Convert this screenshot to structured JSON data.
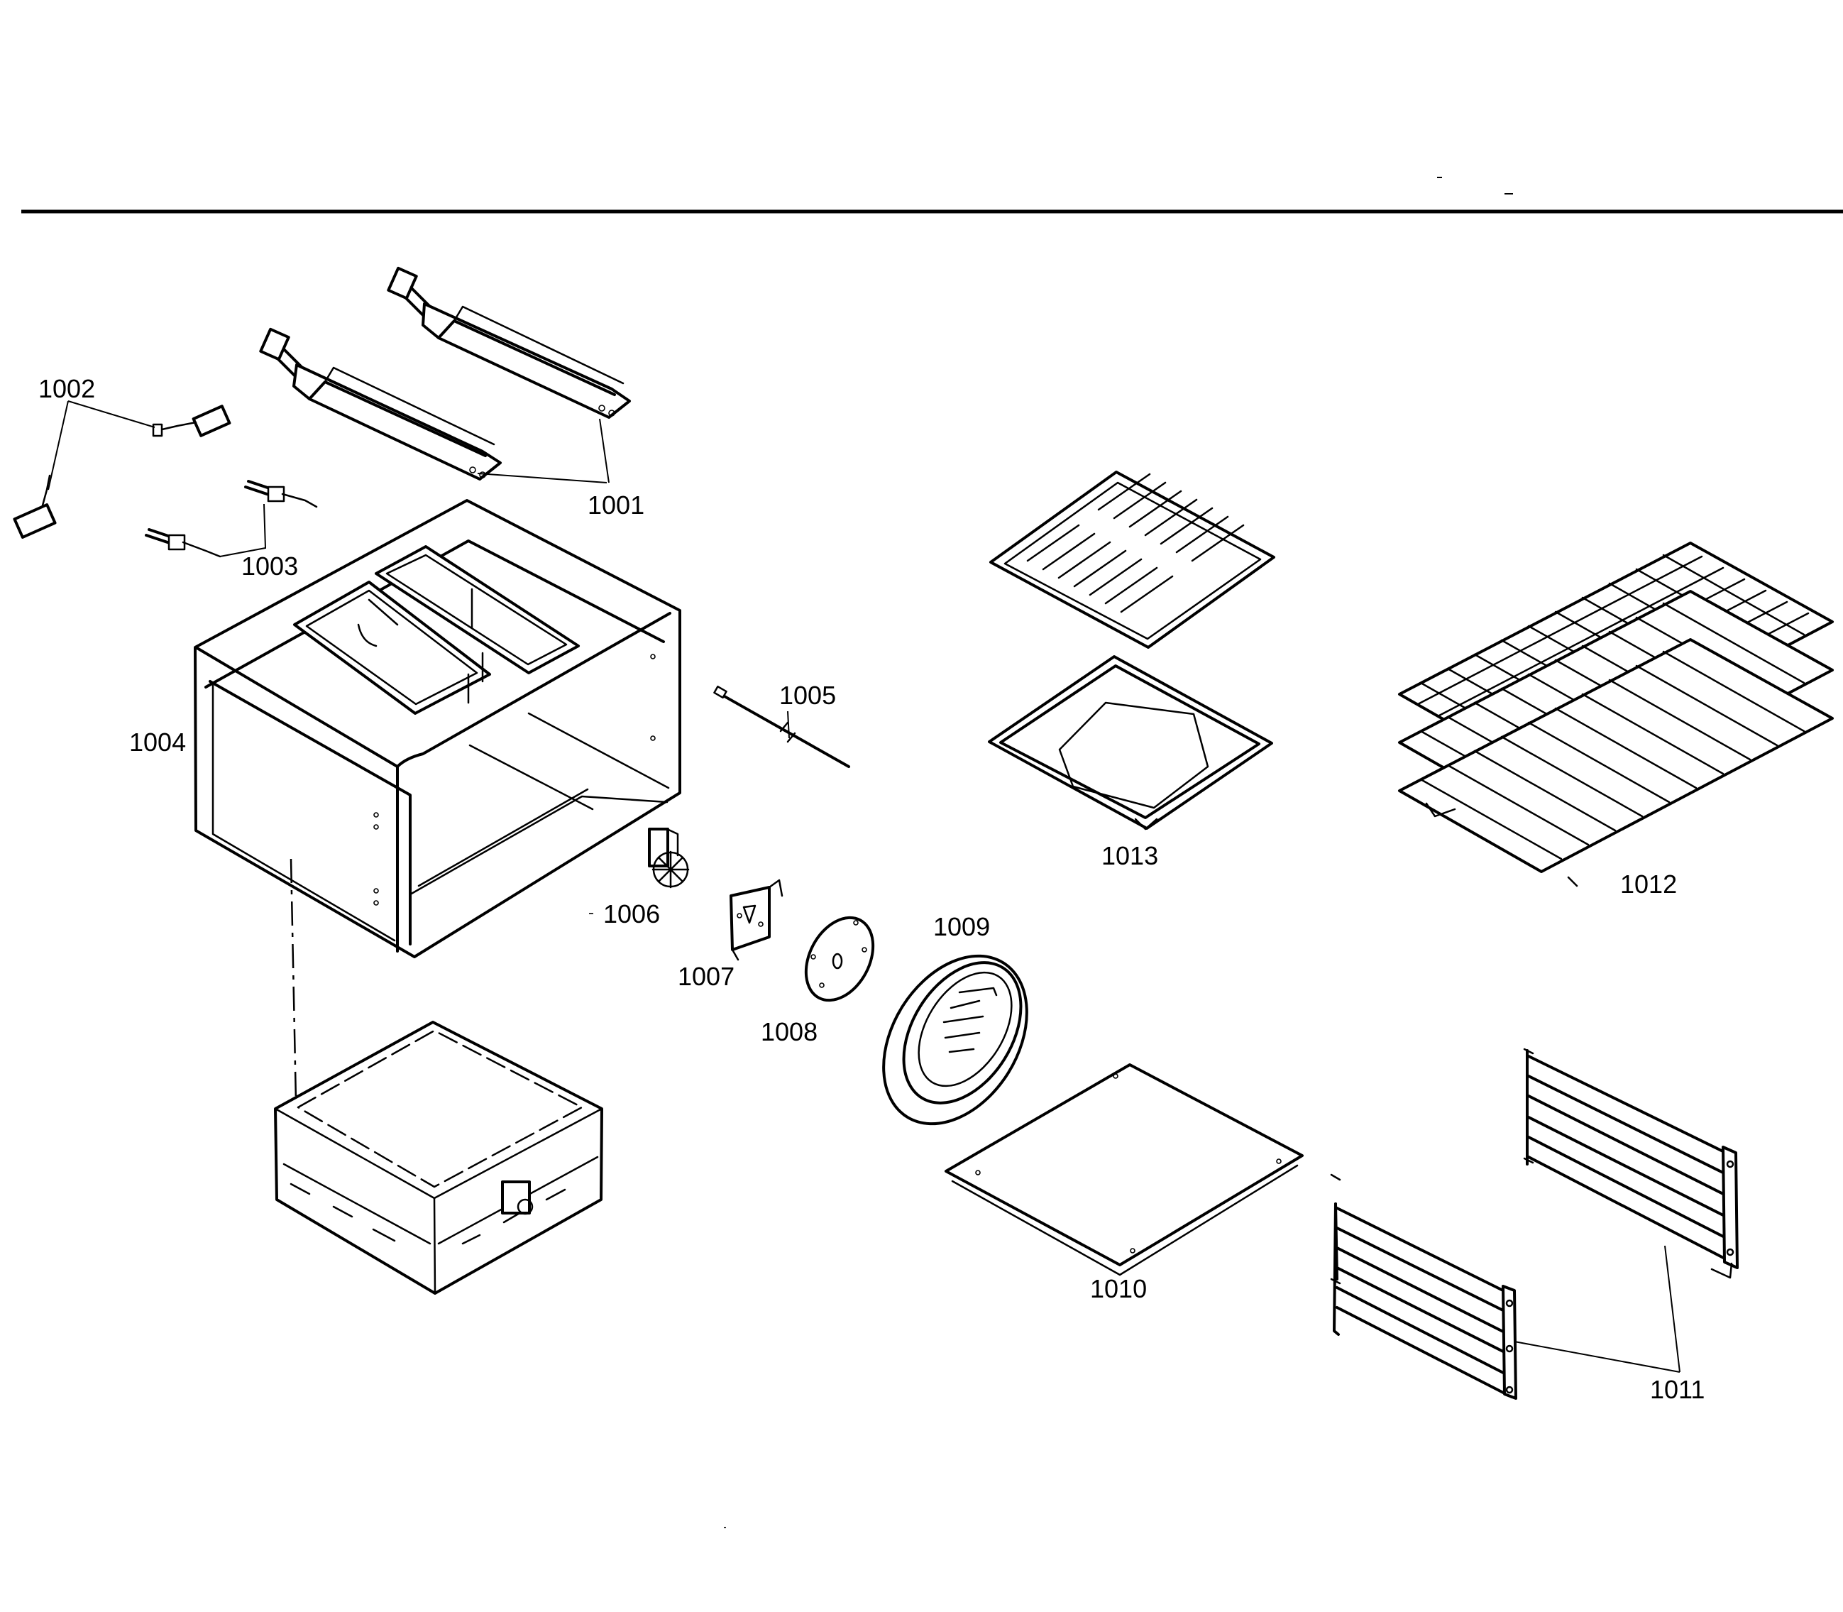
{
  "callouts": {
    "c1001": "1001",
    "c1002": "1002",
    "c1003": "1003",
    "c1004": "1004",
    "c1005": "1005",
    "c1006": "1006",
    "c1007": "1007",
    "c1008": "1008",
    "c1009": "1009",
    "c1010": "1010",
    "c1011": "1011",
    "c1012": "1012",
    "c1013": "1013"
  },
  "colors": {
    "ink": "#000000",
    "paper": "#ffffff",
    "shade": "#d9d9d9"
  }
}
